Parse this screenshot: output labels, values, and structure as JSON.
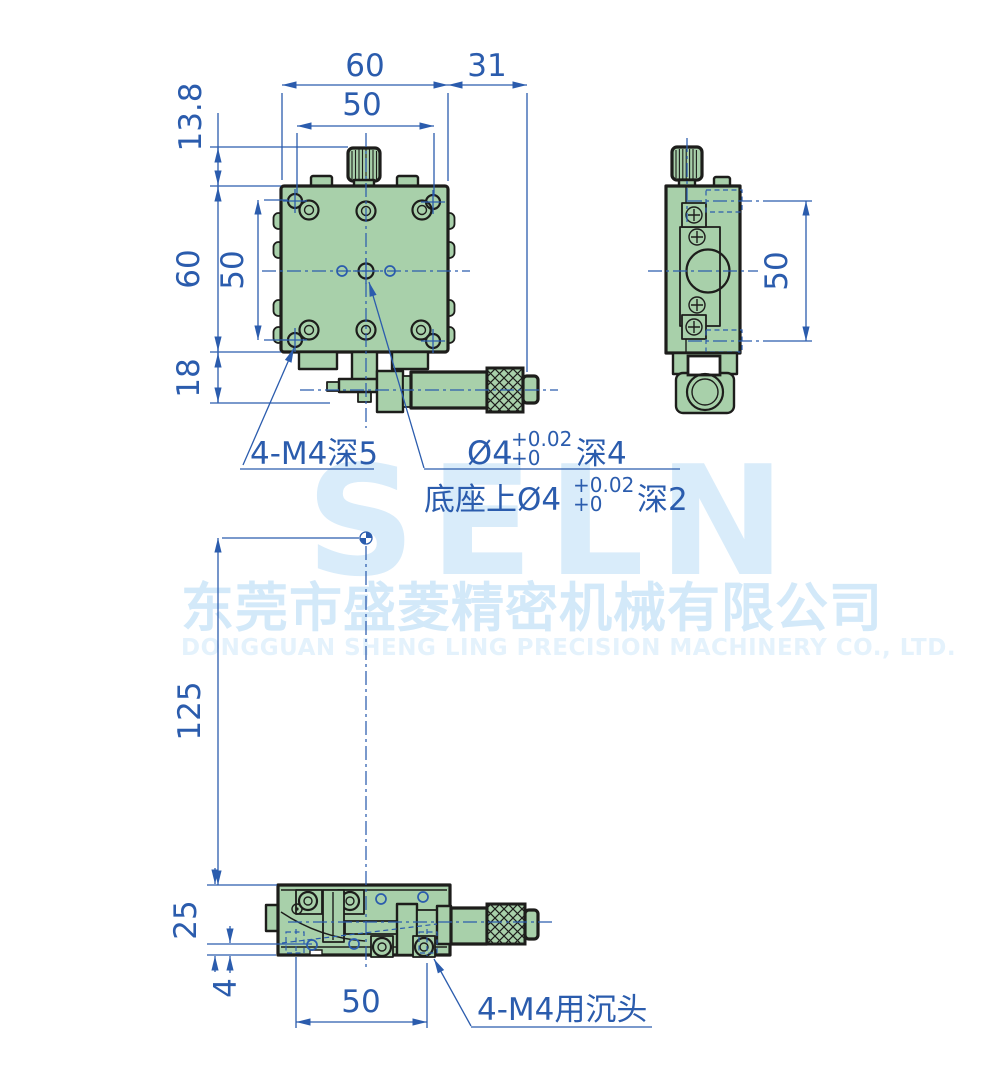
{
  "colors": {
    "blue": "#2b5cad",
    "ink": "#1d1d1b",
    "green": "#a8d0aa",
    "bg": "#ffffff",
    "wmlogo": "#d9ecfa",
    "wmcn": "#d3e9f9",
    "wmen": "#e4f2fc"
  },
  "dims": {
    "top_width": "60",
    "micrometer_extension": "31",
    "knob_height": "13.8",
    "top_hole_span": "50",
    "body_height": "60",
    "left_hole_span": "50",
    "base_height": "18",
    "side_hole_span": "50",
    "center_height": "125",
    "stage_thickness": "25",
    "hole_edge_offset": "4",
    "bottom_hole_span": "50"
  },
  "annotations": {
    "corner_thread": "4-M4深5",
    "center_hole": {
      "dia": "Ø4",
      "tol_upper": "+0.02",
      "tol_lower": "+0",
      "depth": "深4"
    },
    "base_hole": {
      "dia": "底座上Ø4",
      "tol_upper": "+0.02",
      "tol_lower": "+0",
      "depth": "深2"
    },
    "countersink": "4-M4用沉头"
  },
  "watermark": {
    "logo": "SELN",
    "company_cn": "东莞市盛菱精密机械有限公司",
    "company_en": "DONGGUAN SHENG LING PRECISION MACHINERY CO., LTD."
  }
}
